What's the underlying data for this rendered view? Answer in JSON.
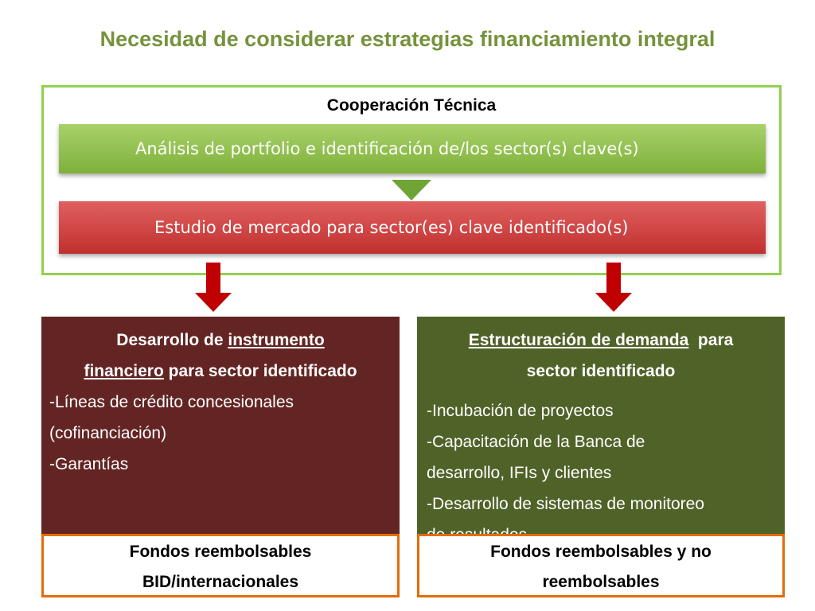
{
  "title": "Necesidad de considerar estrategias financiamiento integral",
  "cooperation": {
    "title": "Cooperación Técnica",
    "step1": "Análisis de portfolio e identificación de/los sector(s) clave(s)",
    "step2": "Estudio de mercado para sector(es) clave identificado(s)"
  },
  "left_panel": {
    "heading_part1": "Desarrollo de ",
    "heading_link1": "instrumento",
    "heading_link2": "financiero",
    "heading_part2": " para sector identificado",
    "lines": [
      "-Líneas  de crédito concesionales",
      "(cofinanciación)",
      "-Garantías"
    ]
  },
  "right_panel": {
    "heading_link": "Estructuración de demanda",
    "heading_part1": "  para",
    "heading_part2": "sector identificado",
    "lines": [
      "-Incubación de proyectos",
      "-Capacitación de la Banca de",
      "desarrollo, IFIs y clientes",
      "-Desarrollo de sistemas de monitoreo",
      "de resultados"
    ]
  },
  "funds": {
    "left_line1": "Fondos reembolsables",
    "left_line2": "BID/internacionales",
    "right_line1": "Fondos reembolsables y no",
    "right_line2": "reembolsables"
  },
  "colors": {
    "title": "#76923c",
    "coop_border": "#92d050",
    "green_bar": "#8cc04a",
    "red_bar": "#cf4140",
    "left_panel": "#632523",
    "right_panel": "#4f6228",
    "fund_border": "#e46c0a",
    "arrow": "#c00000"
  }
}
